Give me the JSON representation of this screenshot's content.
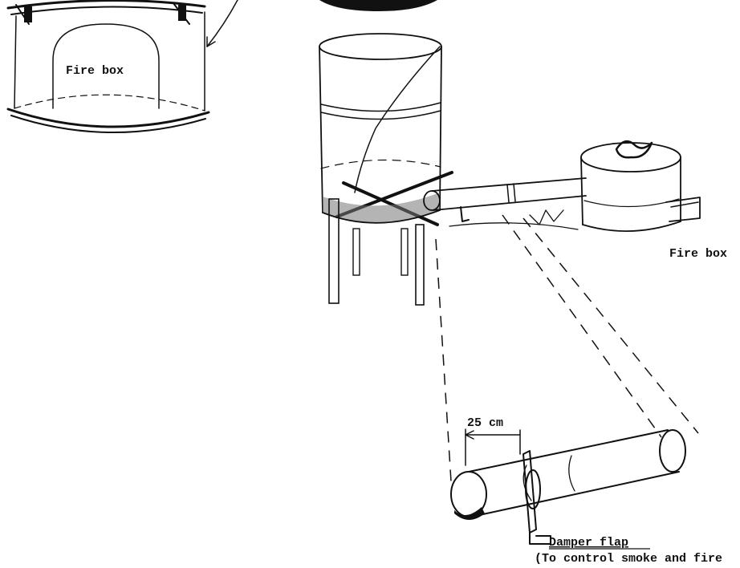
{
  "labels": {
    "fire_box_inset": "Fire box",
    "fire_box_main": "Fire box",
    "measurement": "25 cm",
    "damper_title": "Damper flap",
    "damper_note": "(To control smoke and fire"
  },
  "colors": {
    "ink": "#111111",
    "background": "#ffffff"
  }
}
